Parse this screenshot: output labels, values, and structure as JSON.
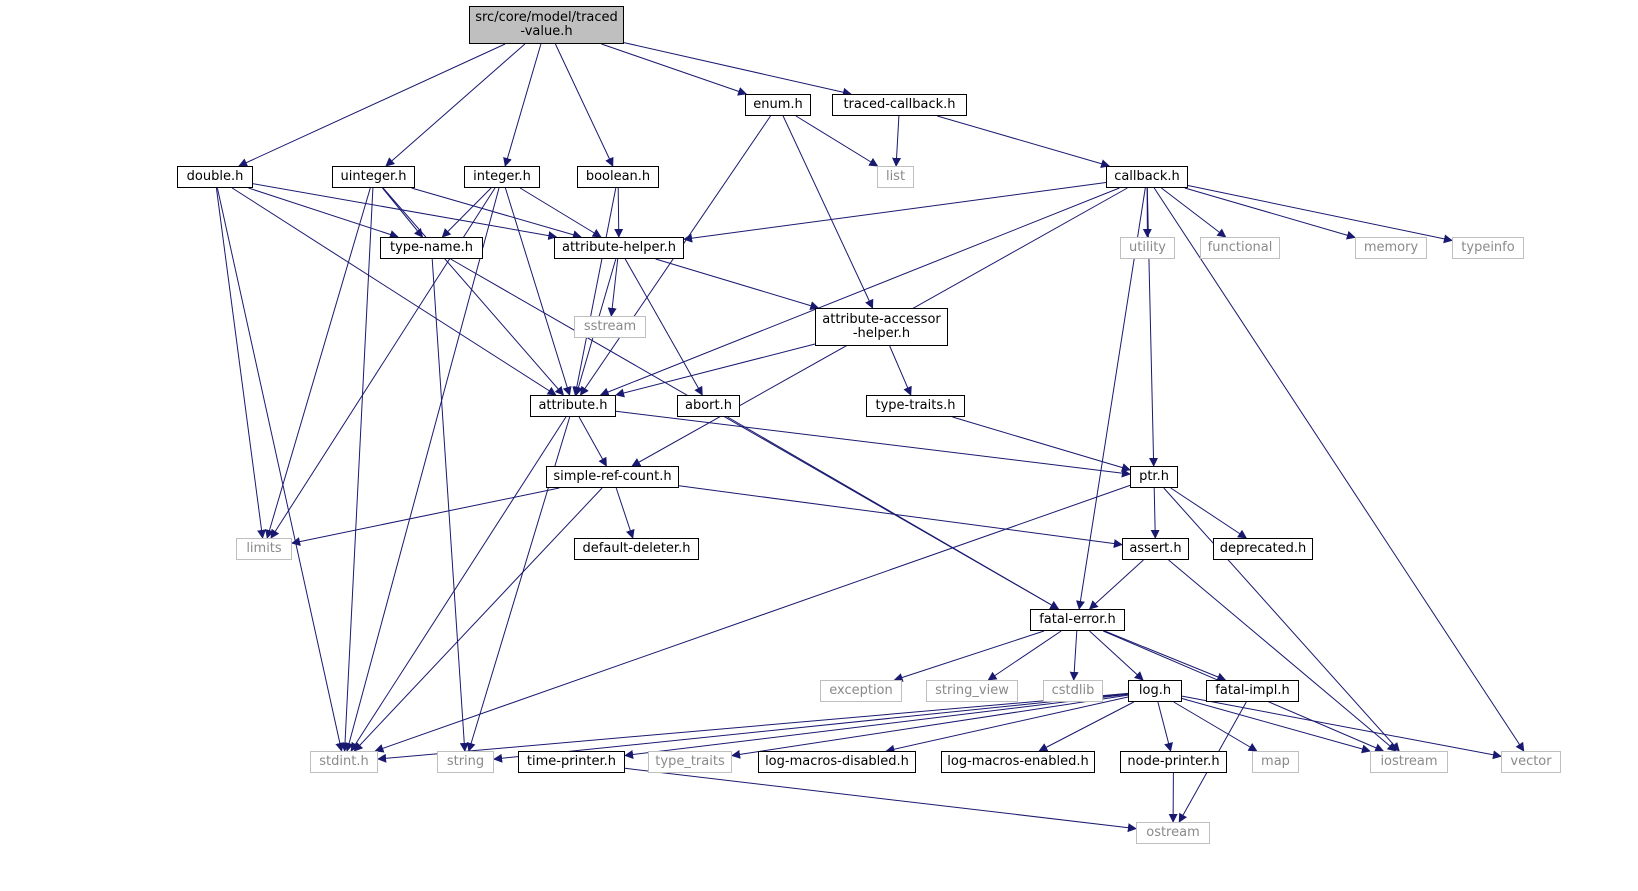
{
  "graph": {
    "root": "n0",
    "edge_color": "#191970",
    "nodes": [
      {
        "id": "n0",
        "label": "src/core/model/traced\n-value.h",
        "kind": "root"
      },
      {
        "id": "n1",
        "label": "enum.h",
        "kind": "doc"
      },
      {
        "id": "n2",
        "label": "traced-callback.h",
        "kind": "doc"
      },
      {
        "id": "n3",
        "label": "double.h",
        "kind": "doc"
      },
      {
        "id": "n4",
        "label": "uinteger.h",
        "kind": "doc"
      },
      {
        "id": "n5",
        "label": "integer.h",
        "kind": "doc"
      },
      {
        "id": "n6",
        "label": "boolean.h",
        "kind": "doc"
      },
      {
        "id": "n7",
        "label": "list",
        "kind": "sys"
      },
      {
        "id": "n8",
        "label": "callback.h",
        "kind": "doc"
      },
      {
        "id": "n9",
        "label": "type-name.h",
        "kind": "doc"
      },
      {
        "id": "n10",
        "label": "attribute-helper.h",
        "kind": "doc"
      },
      {
        "id": "n11",
        "label": "utility",
        "kind": "sys"
      },
      {
        "id": "n12",
        "label": "functional",
        "kind": "sys"
      },
      {
        "id": "n13",
        "label": "memory",
        "kind": "sys"
      },
      {
        "id": "n14",
        "label": "typeinfo",
        "kind": "sys"
      },
      {
        "id": "n15",
        "label": "sstream",
        "kind": "sys"
      },
      {
        "id": "n16",
        "label": "attribute-accessor\n-helper.h",
        "kind": "doc"
      },
      {
        "id": "n17",
        "label": "attribute.h",
        "kind": "doc"
      },
      {
        "id": "n18",
        "label": "abort.h",
        "kind": "doc"
      },
      {
        "id": "n19",
        "label": "type-traits.h",
        "kind": "doc"
      },
      {
        "id": "n20",
        "label": "simple-ref-count.h",
        "kind": "doc"
      },
      {
        "id": "n21",
        "label": "ptr.h",
        "kind": "doc"
      },
      {
        "id": "n22",
        "label": "limits",
        "kind": "sys"
      },
      {
        "id": "n23",
        "label": "default-deleter.h",
        "kind": "doc"
      },
      {
        "id": "n24",
        "label": "assert.h",
        "kind": "doc"
      },
      {
        "id": "n25",
        "label": "deprecated.h",
        "kind": "doc"
      },
      {
        "id": "n26",
        "label": "fatal-error.h",
        "kind": "doc"
      },
      {
        "id": "n27",
        "label": "exception",
        "kind": "sys"
      },
      {
        "id": "n28",
        "label": "string_view",
        "kind": "sys"
      },
      {
        "id": "n29",
        "label": "cstdlib",
        "kind": "sys"
      },
      {
        "id": "n30",
        "label": "log.h",
        "kind": "doc"
      },
      {
        "id": "n31",
        "label": "fatal-impl.h",
        "kind": "doc"
      },
      {
        "id": "n32",
        "label": "stdint.h",
        "kind": "sys"
      },
      {
        "id": "n33",
        "label": "string",
        "kind": "sys"
      },
      {
        "id": "n34",
        "label": "time-printer.h",
        "kind": "doc"
      },
      {
        "id": "n35",
        "label": "type_traits",
        "kind": "sys"
      },
      {
        "id": "n36",
        "label": "log-macros-disabled.h",
        "kind": "doc"
      },
      {
        "id": "n37",
        "label": "log-macros-enabled.h",
        "kind": "doc"
      },
      {
        "id": "n38",
        "label": "node-printer.h",
        "kind": "doc"
      },
      {
        "id": "n39",
        "label": "map",
        "kind": "sys"
      },
      {
        "id": "n40",
        "label": "iostream",
        "kind": "sys"
      },
      {
        "id": "n41",
        "label": "vector",
        "kind": "sys"
      },
      {
        "id": "n42",
        "label": "ostream",
        "kind": "sys"
      }
    ],
    "edges": [
      [
        "n0",
        "n3"
      ],
      [
        "n0",
        "n4"
      ],
      [
        "n0",
        "n5"
      ],
      [
        "n0",
        "n6"
      ],
      [
        "n0",
        "n1"
      ],
      [
        "n0",
        "n2"
      ],
      [
        "n1",
        "n7"
      ],
      [
        "n1",
        "n16"
      ],
      [
        "n1",
        "n17"
      ],
      [
        "n2",
        "n7"
      ],
      [
        "n2",
        "n8"
      ],
      [
        "n3",
        "n9"
      ],
      [
        "n3",
        "n10"
      ],
      [
        "n3",
        "n17"
      ],
      [
        "n3",
        "n22"
      ],
      [
        "n3",
        "n32"
      ],
      [
        "n4",
        "n9"
      ],
      [
        "n4",
        "n10"
      ],
      [
        "n4",
        "n17"
      ],
      [
        "n4",
        "n22"
      ],
      [
        "n4",
        "n32"
      ],
      [
        "n5",
        "n9"
      ],
      [
        "n5",
        "n10"
      ],
      [
        "n5",
        "n17"
      ],
      [
        "n5",
        "n22"
      ],
      [
        "n5",
        "n32"
      ],
      [
        "n6",
        "n10"
      ],
      [
        "n6",
        "n17"
      ],
      [
        "n8",
        "n10"
      ],
      [
        "n8",
        "n11"
      ],
      [
        "n8",
        "n12"
      ],
      [
        "n8",
        "n13"
      ],
      [
        "n8",
        "n14"
      ],
      [
        "n8",
        "n41"
      ],
      [
        "n8",
        "n17"
      ],
      [
        "n8",
        "n20"
      ],
      [
        "n8",
        "n26"
      ],
      [
        "n8",
        "n21"
      ],
      [
        "n9",
        "n33"
      ],
      [
        "n9",
        "n26"
      ],
      [
        "n10",
        "n15"
      ],
      [
        "n10",
        "n16"
      ],
      [
        "n10",
        "n17"
      ],
      [
        "n10",
        "n18"
      ],
      [
        "n16",
        "n17"
      ],
      [
        "n16",
        "n19"
      ],
      [
        "n17",
        "n20"
      ],
      [
        "n17",
        "n21"
      ],
      [
        "n17",
        "n32"
      ],
      [
        "n17",
        "n33"
      ],
      [
        "n18",
        "n26"
      ],
      [
        "n19",
        "n21"
      ],
      [
        "n20",
        "n22"
      ],
      [
        "n20",
        "n23"
      ],
      [
        "n20",
        "n24"
      ],
      [
        "n20",
        "n32"
      ],
      [
        "n21",
        "n24"
      ],
      [
        "n21",
        "n25"
      ],
      [
        "n21",
        "n40"
      ],
      [
        "n21",
        "n32"
      ],
      [
        "n24",
        "n26"
      ],
      [
        "n24",
        "n40"
      ],
      [
        "n26",
        "n27"
      ],
      [
        "n26",
        "n28"
      ],
      [
        "n26",
        "n29"
      ],
      [
        "n26",
        "n30"
      ],
      [
        "n26",
        "n31"
      ],
      [
        "n26",
        "n40"
      ],
      [
        "n30",
        "n32"
      ],
      [
        "n30",
        "n33"
      ],
      [
        "n30",
        "n34"
      ],
      [
        "n30",
        "n35"
      ],
      [
        "n30",
        "n36"
      ],
      [
        "n30",
        "n37"
      ],
      [
        "n30",
        "n38"
      ],
      [
        "n30",
        "n39"
      ],
      [
        "n30",
        "n40"
      ],
      [
        "n30",
        "n41"
      ],
      [
        "n31",
        "n42"
      ],
      [
        "n34",
        "n42"
      ],
      [
        "n38",
        "n42"
      ]
    ]
  }
}
